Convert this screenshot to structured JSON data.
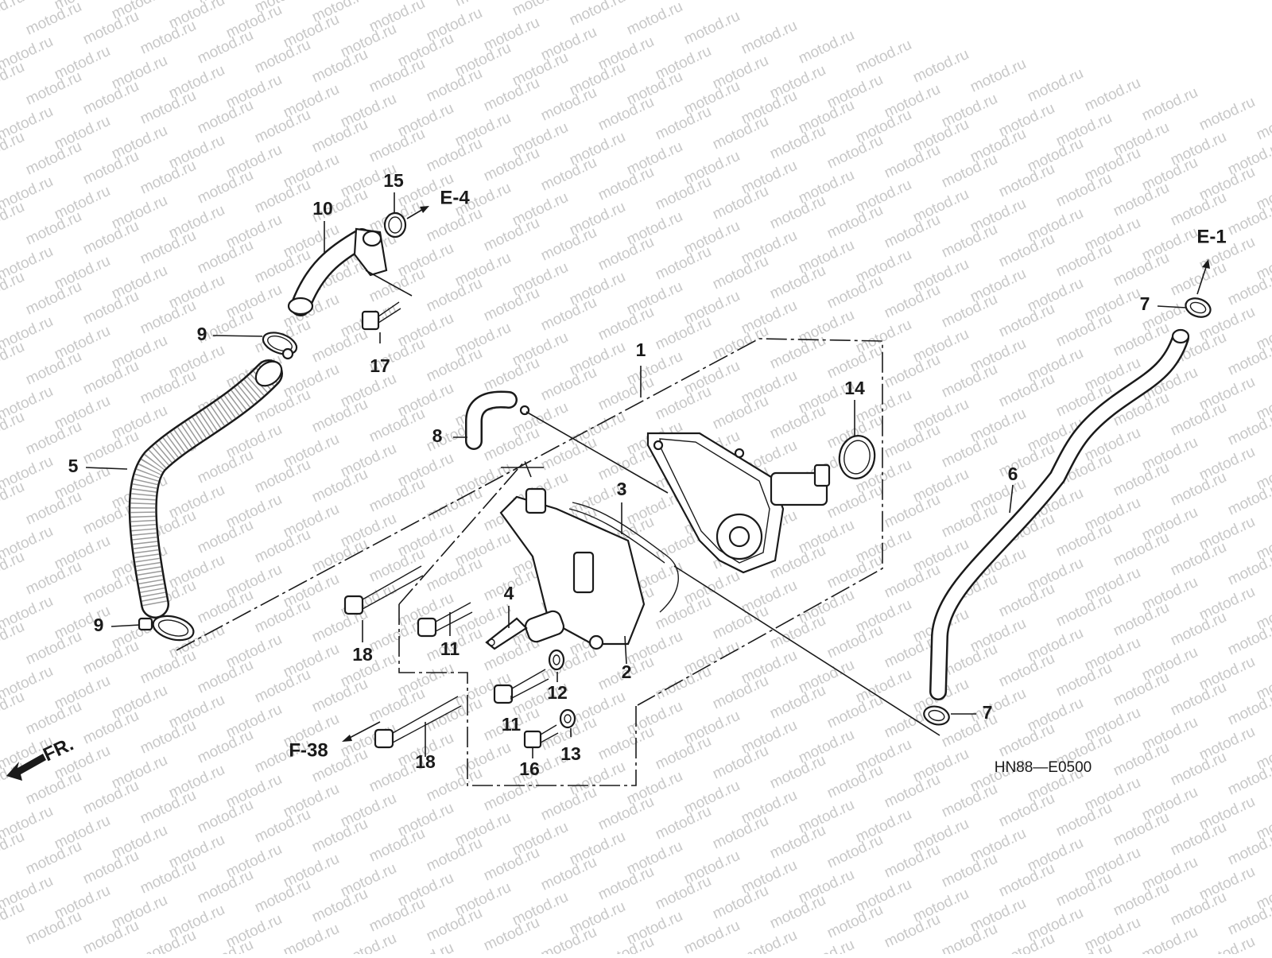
{
  "watermark": {
    "text": "motod.ru"
  },
  "diagram_code": "HN88—E0500",
  "front_indicator": "FR.",
  "references": [
    {
      "id": "e4",
      "text": "E-4"
    },
    {
      "id": "e1",
      "text": "E-1"
    },
    {
      "id": "f38",
      "text": "F-38"
    }
  ],
  "callouts": [
    {
      "id": "c1",
      "text": "1"
    },
    {
      "id": "c2",
      "text": "2"
    },
    {
      "id": "c3",
      "text": "3"
    },
    {
      "id": "c4",
      "text": "4"
    },
    {
      "id": "c5",
      "text": "5"
    },
    {
      "id": "c6",
      "text": "6"
    },
    {
      "id": "c7a",
      "text": "7"
    },
    {
      "id": "c7b",
      "text": "7"
    },
    {
      "id": "c8",
      "text": "8"
    },
    {
      "id": "c9a",
      "text": "9"
    },
    {
      "id": "c9b",
      "text": "9"
    },
    {
      "id": "c10",
      "text": "10"
    },
    {
      "id": "c11a",
      "text": "11"
    },
    {
      "id": "c11b",
      "text": "11"
    },
    {
      "id": "c12",
      "text": "12"
    },
    {
      "id": "c13",
      "text": "13"
    },
    {
      "id": "c14",
      "text": "14"
    },
    {
      "id": "c15",
      "text": "15"
    },
    {
      "id": "c16",
      "text": "16"
    },
    {
      "id": "c17",
      "text": "17"
    },
    {
      "id": "c18a",
      "text": "18"
    },
    {
      "id": "c18b",
      "text": "18"
    }
  ]
}
